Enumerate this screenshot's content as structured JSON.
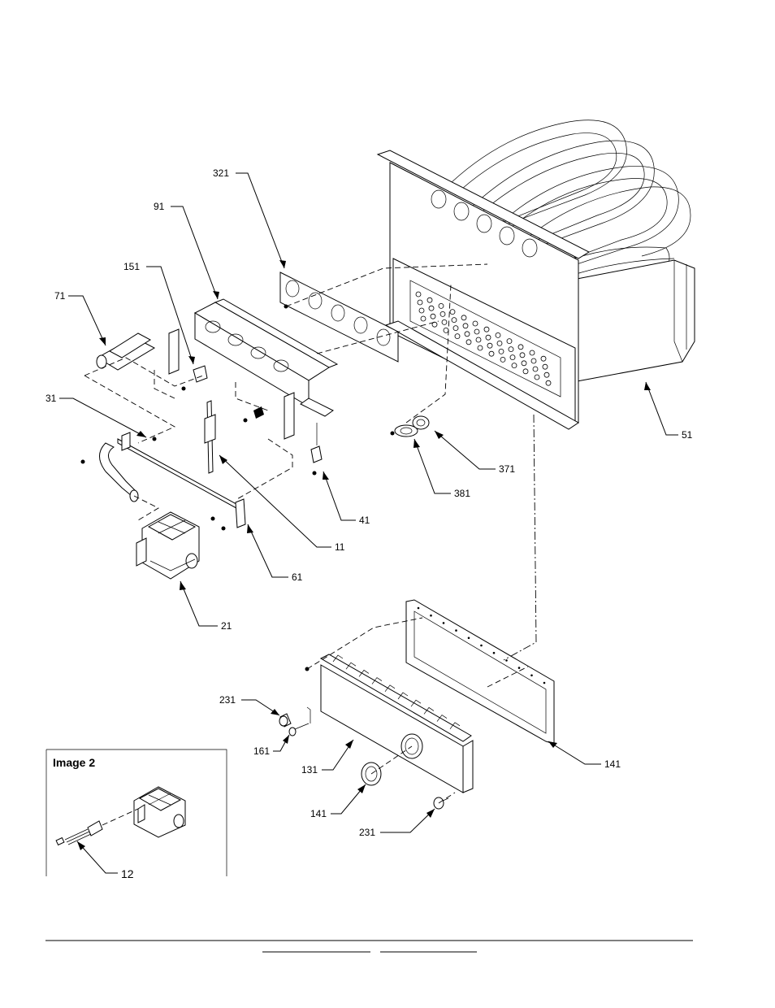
{
  "diagram": {
    "inset_title": "Image 2",
    "callouts": {
      "c321": "321",
      "c91": "91",
      "c151": "151",
      "c71": "71",
      "c31": "31",
      "c51": "51",
      "c371": "371",
      "c381": "381",
      "c41": "41",
      "c11": "11",
      "c61": "61",
      "c21": "21",
      "c231a": "231",
      "c161": "161",
      "c131": "131",
      "c141a": "141",
      "c141b": "141",
      "c231b": "231",
      "c12": "12"
    }
  }
}
